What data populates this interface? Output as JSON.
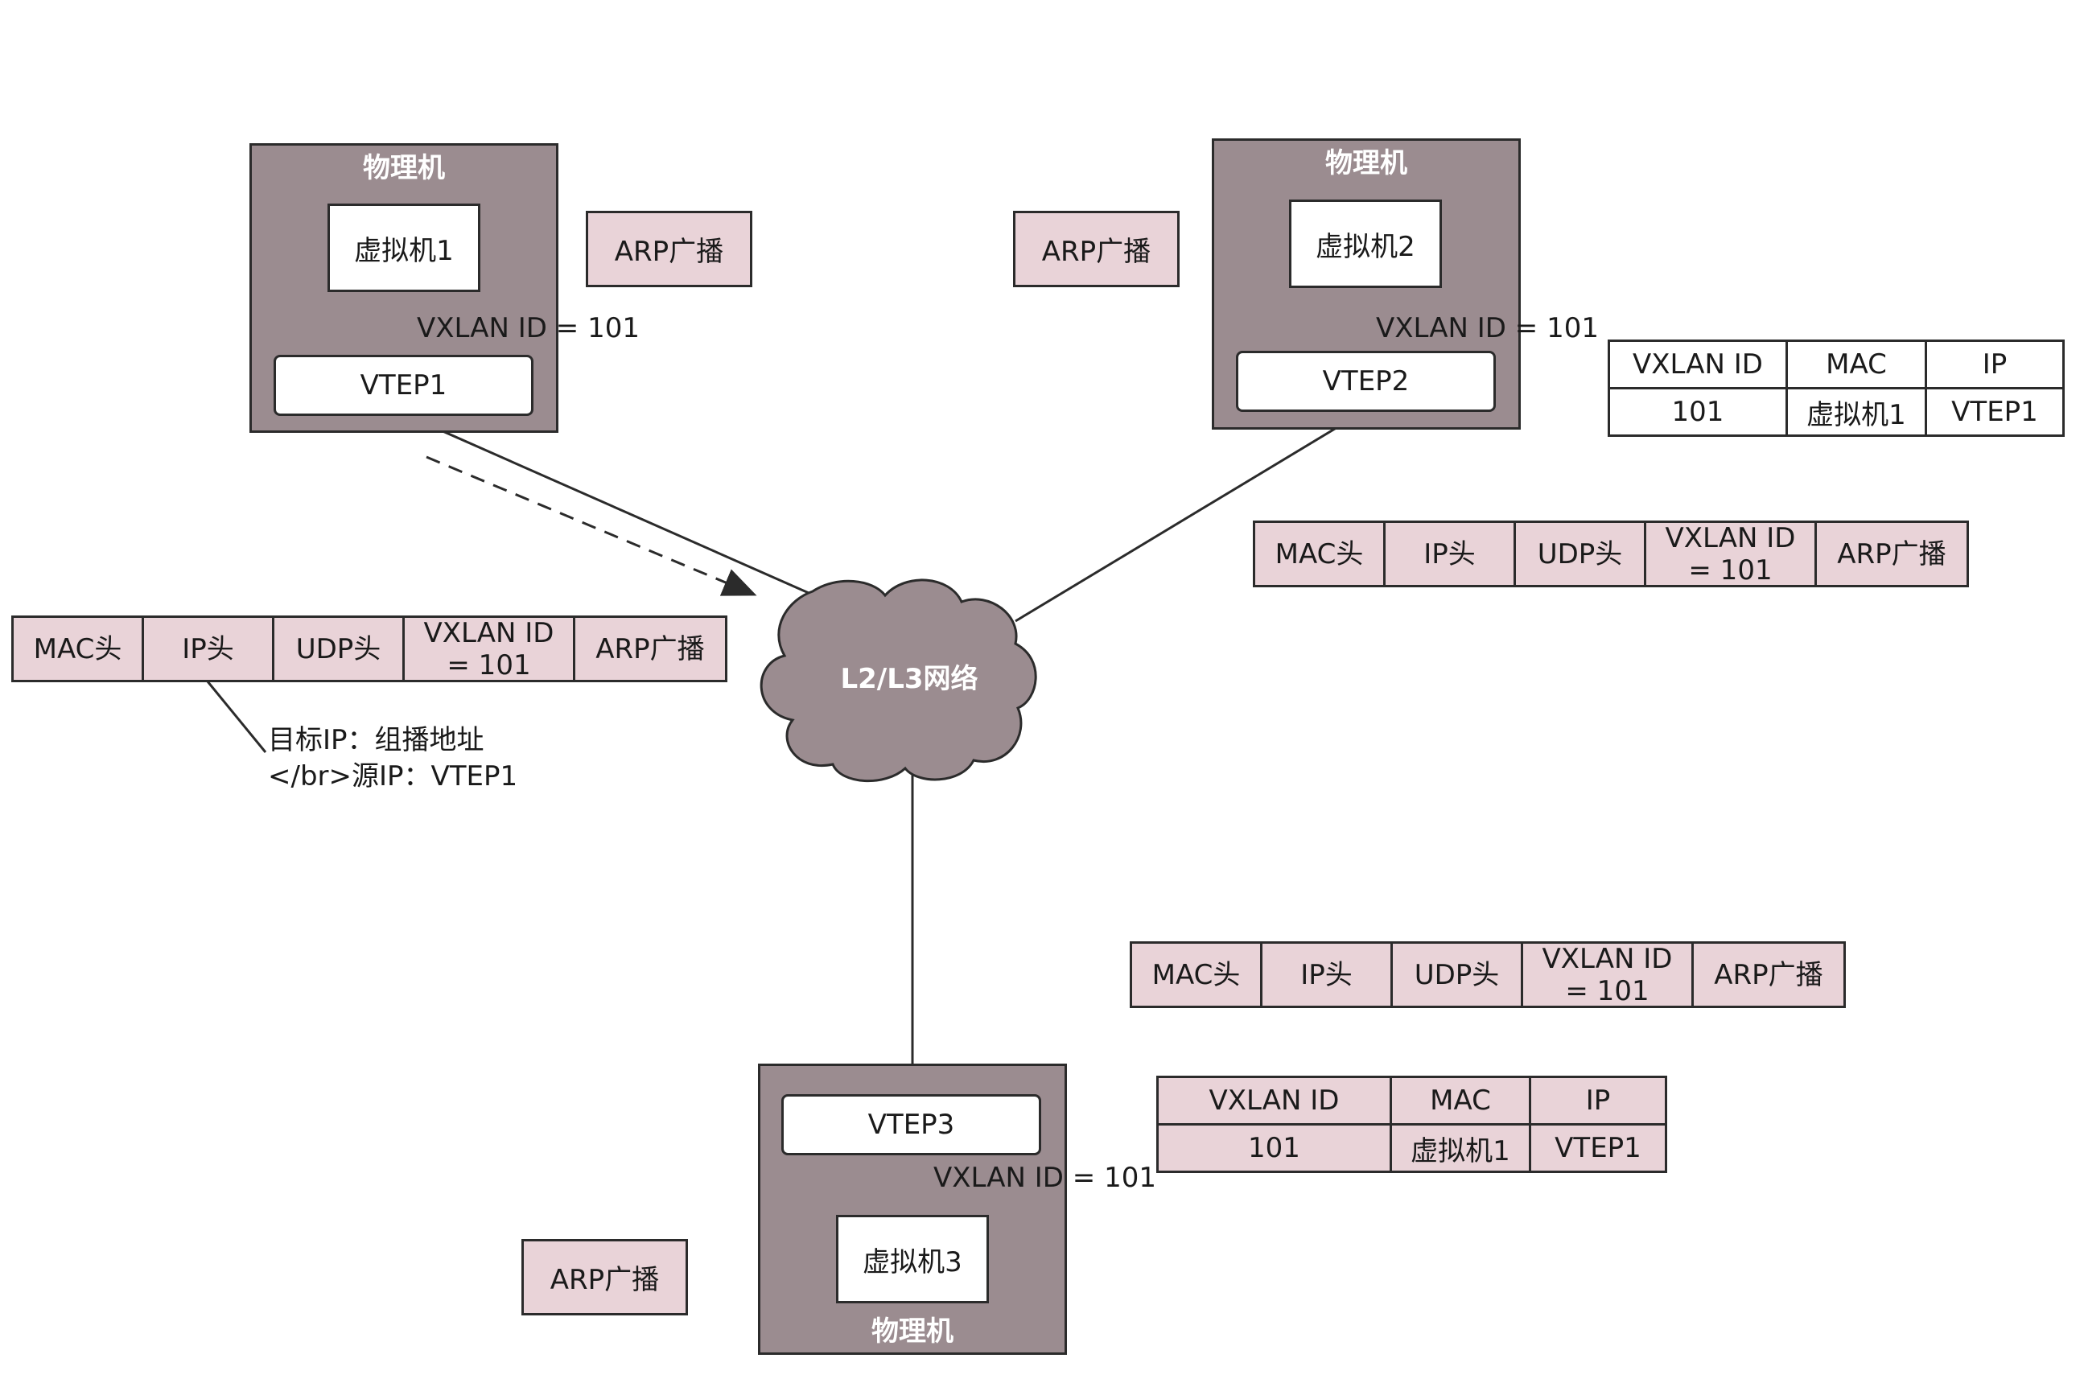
{
  "host1": {
    "title": "物理机",
    "vm": "虚拟机1",
    "vtep": "VTEP1",
    "vxlan": "VXLAN ID = 101"
  },
  "host2": {
    "title": "物理机",
    "vm": "虚拟机2",
    "vtep": "VTEP2",
    "vxlan": "VXLAN ID = 101"
  },
  "host3": {
    "title": "物理机",
    "vm": "虚拟机3",
    "vtep": "VTEP3",
    "vxlan": "VXLAN ID = 101"
  },
  "arp_tags": [
    "ARP广播",
    "ARP广播",
    "ARP广播"
  ],
  "network": {
    "label": "L2/L3网络"
  },
  "packet": {
    "cells": [
      "MAC头",
      "IP头",
      "UDP头",
      "VXLAN ID\n= 101",
      "ARP广播"
    ]
  },
  "packet_note": {
    "line1": "目标IP：组播地址",
    "line2": "</br>源IP：VTEP1"
  },
  "fdb": {
    "headers": [
      "VXLAN ID",
      "MAC",
      "IP"
    ],
    "row": [
      "101",
      "虚拟机1",
      "VTEP1"
    ]
  },
  "colors": {
    "host_fill": "#9b8c90",
    "pink_fill": "#e9d3d8",
    "stroke": "#2b2b2b"
  }
}
